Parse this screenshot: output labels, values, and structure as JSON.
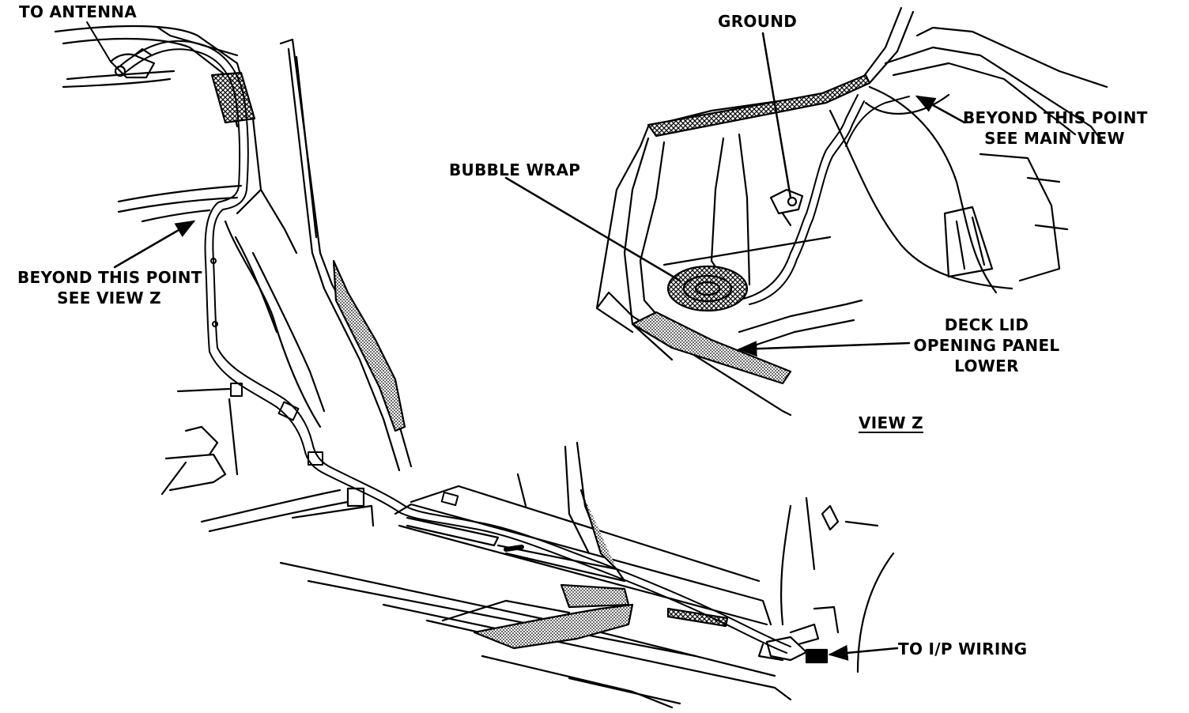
{
  "labels": {
    "to_antenna": "TO ANTENNA",
    "beyond_view_z_1": "BEYOND THIS POINT",
    "beyond_view_z_2": "SEE VIEW Z",
    "ground": "GROUND",
    "bubble_wrap": "BUBBLE WRAP",
    "beyond_main_1": "BEYOND THIS POINT",
    "beyond_main_2": "SEE MAIN  VIEW",
    "deck_lid_1": "DECK LID",
    "deck_lid_2": "OPENING PANEL",
    "deck_lid_3": "LOWER",
    "view_z": "VIEW Z",
    "to_ip_wiring": "TO I/P WIRING"
  }
}
